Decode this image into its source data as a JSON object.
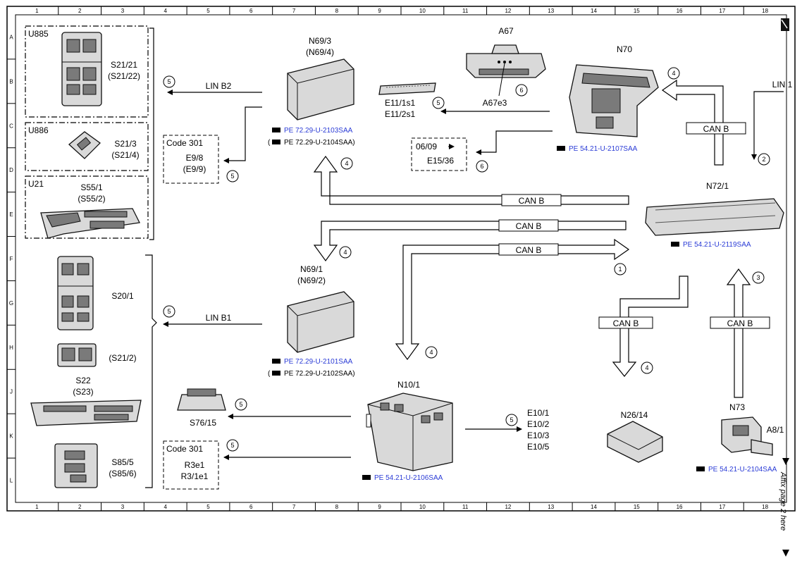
{
  "grid": {
    "columns": [
      "1",
      "2",
      "3",
      "4",
      "5",
      "6",
      "7",
      "8",
      "9",
      "10",
      "11",
      "12",
      "13",
      "14",
      "15",
      "16",
      "17",
      "18"
    ],
    "rows": [
      "A",
      "B",
      "C",
      "D",
      "E",
      "F",
      "G",
      "H",
      "J",
      "K",
      "L"
    ]
  },
  "side_note": "Affix page 2 here",
  "groups": {
    "u885": "U885",
    "u886": "U886",
    "u21": "U21"
  },
  "labels": {
    "s21_21": "S21/21",
    "s21_22": "(S21/22)",
    "s21_3": "S21/3",
    "s21_4": "(S21/4)",
    "s55_1": "S55/1",
    "s55_2": "(S55/2)",
    "s20_1": "S20/1",
    "s21_2": "(S21/2)",
    "s22": "S22",
    "s23": "(S23)",
    "s85_5": "S85/5",
    "s85_6": "(S85/6)",
    "s76_15": "S76/15",
    "code301_a": "Code 301",
    "e9_8": "E9/8",
    "e9_9": "(E9/9)",
    "code301_b": "Code 301",
    "r3e1": "R3e1",
    "r3_1e1": "R3/1e1",
    "n69_3": "N69/3",
    "n69_4": "(N69/4)",
    "n69_1": "N69/1",
    "n69_2": "(N69/2)",
    "n10_1": "N10/1",
    "e11_1s1": "E11/1s1",
    "e11_2s1": "E11/2s1",
    "a67": "A67",
    "a67e3": "A67e3",
    "n70": "N70",
    "d0609": "06/09",
    "e15_36": "E15/36",
    "n72_1": "N72/1",
    "n26_14": "N26/14",
    "n73": "N73",
    "a8_1": "A8/1",
    "e10_1": "E10/1",
    "e10_2": "E10/2",
    "e10_3": "E10/3",
    "e10_5": "E10/5",
    "lin_b2": "LIN B2",
    "lin_b1": "LIN B1",
    "lin_1": "LIN 1"
  },
  "buses": {
    "can_b_1": "CAN B",
    "can_b_2": "CAN B",
    "can_b_3": "CAN B",
    "can_b_4": "CAN B",
    "can_b_5": "CAN B",
    "can_b_6": "CAN B"
  },
  "refs": {
    "pe_2103": "PE 72.29-U-2103SAA",
    "pe_2104": "PE 72.29-U-2104SAA)",
    "pe_2101": "PE 72.29-U-2101SAA",
    "pe_2102": "PE 72.29-U-2102SAA)",
    "pe_2106": "PE 54.21-U-2106SAA",
    "pe_2107": "PE 54.21-U-2107SAA",
    "pe_2119": "PE 54.21-U-2119SAA",
    "pe_2104b": "PE 54.21-U-2104SAA"
  },
  "callouts": {
    "c1": "1",
    "c2": "2",
    "c3": "3",
    "c4a": "4",
    "c4b": "4",
    "c4c": "4",
    "c4d": "4",
    "c4e": "4",
    "c5a": "5",
    "c5b": "5",
    "c5c": "5",
    "c5d": "5",
    "c5e": "5",
    "c5f": "5",
    "c5g": "5",
    "c6a": "6",
    "c6b": "6"
  }
}
